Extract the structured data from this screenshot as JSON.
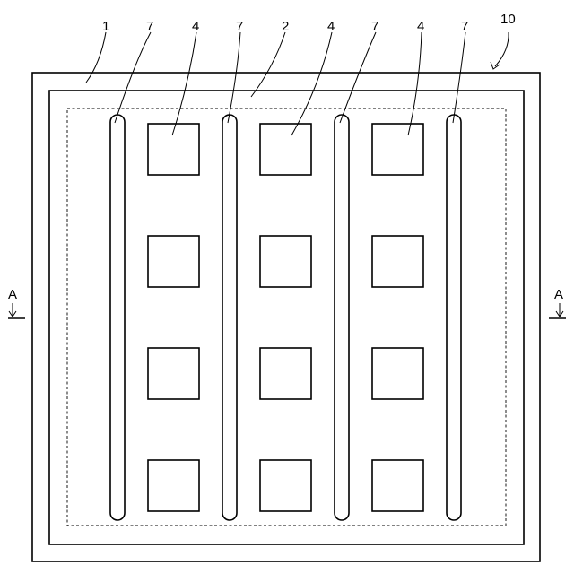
{
  "labels": {
    "substrate": "1",
    "inner_region": "2",
    "squares": "4",
    "slots": "7",
    "assembly": "10",
    "section_left": "A",
    "section_right": "A"
  },
  "grid": {
    "columns": 3,
    "rows": 4,
    "slot_count": 4
  }
}
